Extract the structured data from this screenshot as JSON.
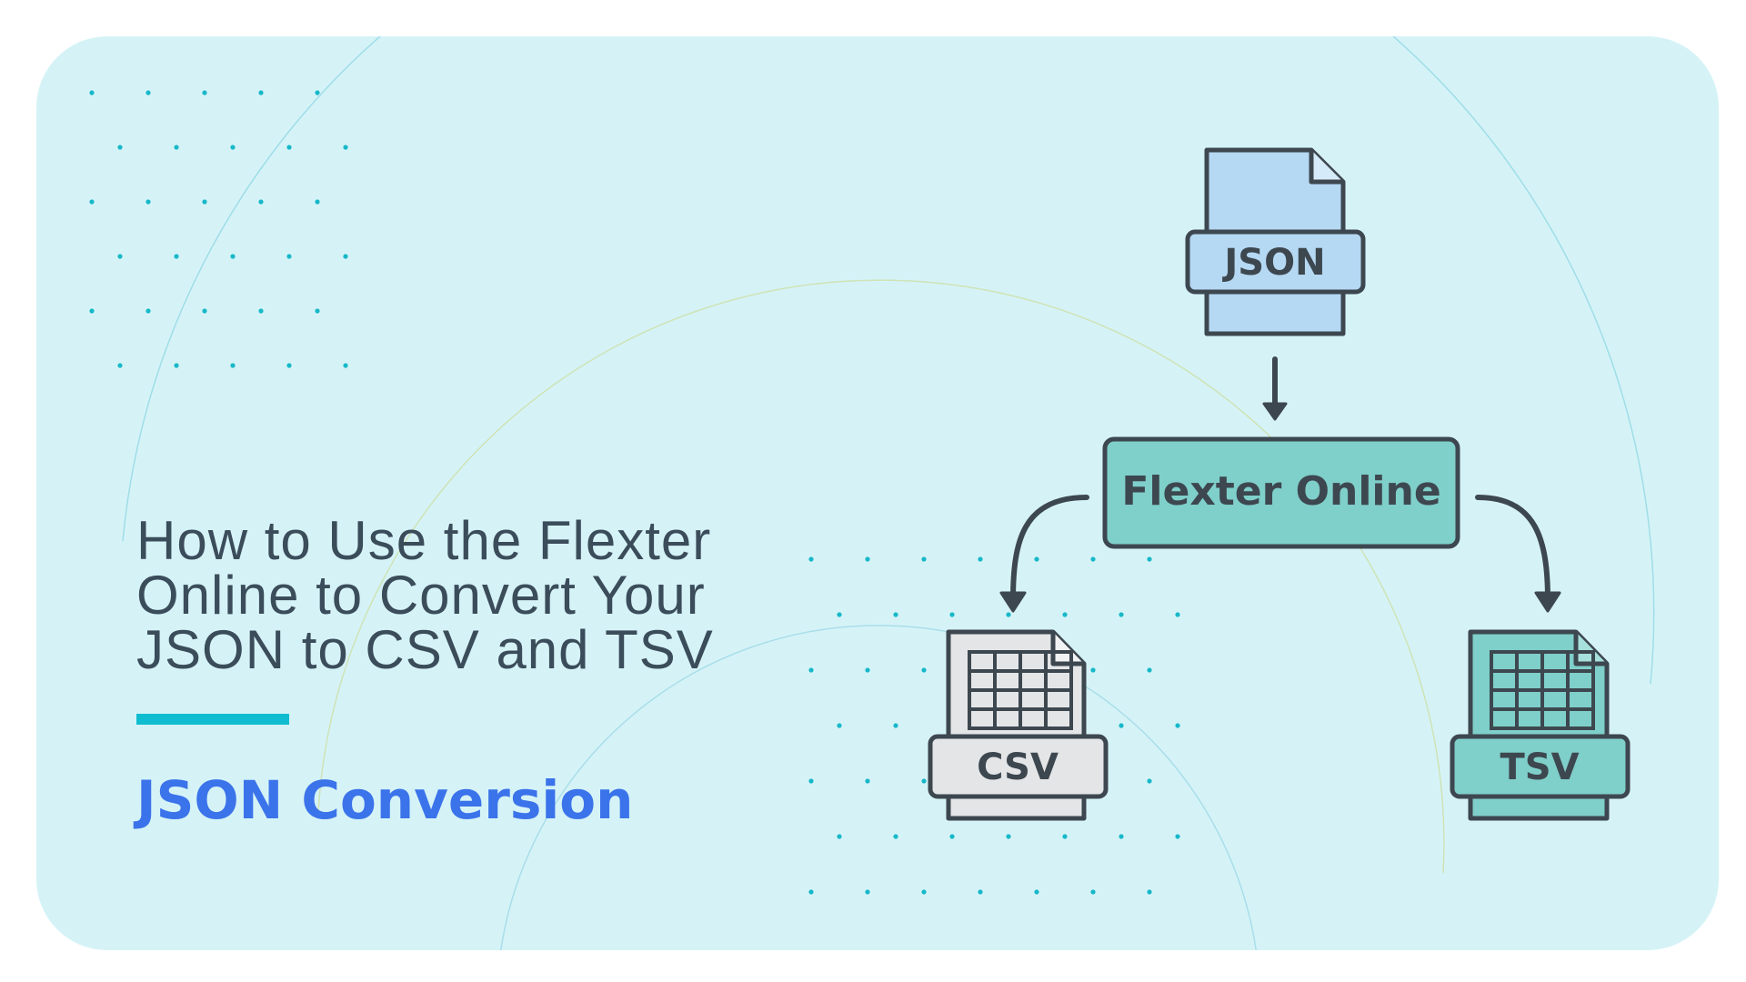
{
  "heading": {
    "title": "How to Use the Flexter Online to Convert Your JSON to CSV and TSV",
    "subtitle": "JSON Conversion"
  },
  "diagram": {
    "source_file": {
      "label": "JSON",
      "icon": "json-file-icon",
      "color": "#b5d8f3"
    },
    "converter": {
      "label": "Flexter Online",
      "color": "#7fcfca"
    },
    "outputs": [
      {
        "label": "CSV",
        "icon": "csv-file-icon",
        "color": "#e3e5e7"
      },
      {
        "label": "TSV",
        "icon": "tsv-file-icon",
        "color": "#7fcfca"
      }
    ]
  },
  "colors": {
    "card_background": "#d5f3f7",
    "title_text": "#3b4c5a",
    "accent_bar": "#10bdd0",
    "subtitle_text": "#3b73ea",
    "outline": "#3d474f"
  }
}
